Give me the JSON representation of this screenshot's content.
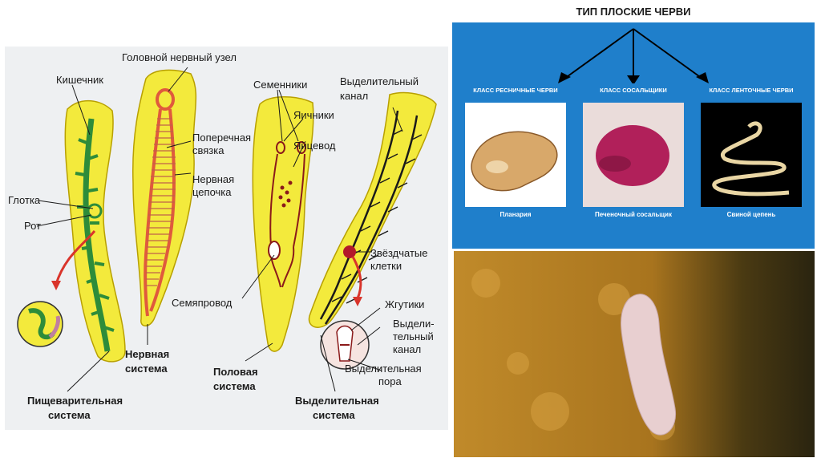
{
  "diagram": {
    "labels": {
      "head_ganglion": "Головной нервный узел",
      "intestine": "Кишечник",
      "pharynx": "Глотка",
      "mouth": "Рот",
      "transverse_1": "Поперечная",
      "transverse_2": "связка",
      "nerve_chain_1": "Нервная",
      "nerve_chain_2": "цепочка",
      "testes": "Семенники",
      "ovaries": "Яичники",
      "oviduct": "Яйцевод",
      "seminal_duct": "Семяпровод",
      "excretory_canal_1": "Выделительный",
      "excretory_canal_2": "канал",
      "star_cells_1": "Звёздчатые",
      "star_cells_2": "клетки",
      "flagella": "Жгутики",
      "inset_canal_1": "Выдели-",
      "inset_canal_2": "тельный",
      "inset_canal_3": "канал",
      "excretory_pore_1": "Выделительная",
      "excretory_pore_2": "пора",
      "digestive_1": "Пищеварительная",
      "digestive_2": "система",
      "nervous_1": "Нервная",
      "nervous_2": "система",
      "reproductive_1": "Половая",
      "reproductive_2": "система",
      "excretory_1": "Выделительная",
      "excretory_2": "система"
    }
  },
  "poster": {
    "title": "ТИП ПЛОСКИЕ ЧЕРВИ",
    "classes": [
      {
        "label": "КЛАСС РЕСНИЧНЫЕ ЧЕРВИ",
        "caption": "Планария"
      },
      {
        "label": "КЛАСС СОСАЛЬЩИКИ",
        "caption": "Печеночный сосальщик"
      },
      {
        "label": "КЛАСС ЛЕНТОЧНЫЕ ЧЕРВИ",
        "caption": "Свиной цепень"
      }
    ]
  },
  "colors": {
    "worm_body": "#f3ea3c",
    "gut": "#2e8c3a",
    "nerve": "#e05a3c",
    "excretory": "#1a1a1a",
    "poster_bg": "#1f7fcb",
    "red_arrow": "#d9342b"
  }
}
